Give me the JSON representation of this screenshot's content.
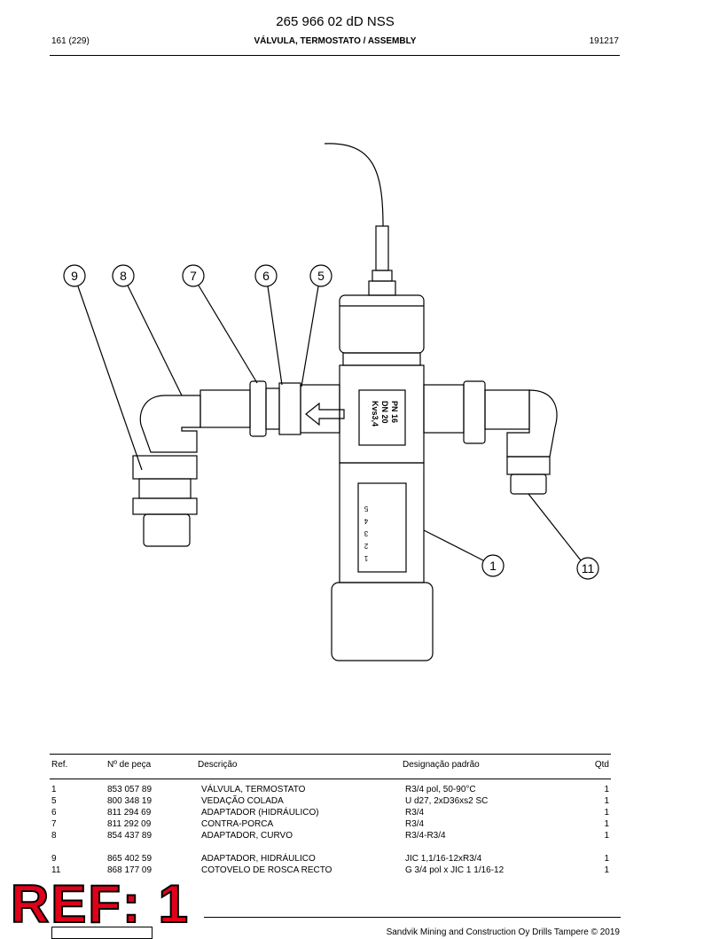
{
  "header": {
    "doc_number": "265 966 02 dD NSS",
    "page": "161 (229)",
    "title": "VÁLVULA, TERMOSTATO / ASSEMBLY",
    "date_code": "191217"
  },
  "drawing": {
    "valve_marking": [
      "PN 16",
      "DN 20",
      "Kvs3,4"
    ],
    "scale_marks": [
      "5",
      "4",
      "3",
      "2",
      "1"
    ],
    "callouts": [
      {
        "id": "9",
        "label": "9"
      },
      {
        "id": "8",
        "label": "8"
      },
      {
        "id": "7",
        "label": "7"
      },
      {
        "id": "6",
        "label": "6"
      },
      {
        "id": "5",
        "label": "5"
      },
      {
        "id": "1",
        "label": "1"
      },
      {
        "id": "11",
        "label": "11"
      }
    ]
  },
  "parts_table": {
    "headers": {
      "ref": "Ref.",
      "part_no": "Nº de peça",
      "description": "Descrição",
      "standard": "Designação padrão",
      "qty": "Qtd"
    },
    "rows": [
      {
        "ref": "1",
        "part_no": "853 057 89",
        "description": "VÁLVULA, TERMOSTATO",
        "standard": "R3/4 pol, 50-90°C",
        "qty": "1"
      },
      {
        "ref": "5",
        "part_no": "800 348 19",
        "description": "VEDAÇÃO COLADA",
        "standard": "U d27, 2xD36xs2 SC",
        "qty": "1"
      },
      {
        "ref": "6",
        "part_no": "811 294 69",
        "description": "ADAPTADOR (HIDRÁULICO)",
        "standard": "R3/4",
        "qty": "1"
      },
      {
        "ref": "7",
        "part_no": "811 292 09",
        "description": "CONTRA-PORCA",
        "standard": "R3/4",
        "qty": "1"
      },
      {
        "ref": "8",
        "part_no": "854 437 89",
        "description": "ADAPTADOR, CURVO",
        "standard": "R3/4-R3/4",
        "qty": "1"
      },
      {
        "ref": "9",
        "part_no": "865 402 59",
        "description": "ADAPTADOR, HIDRÁULICO",
        "standard": "JIC 1,1/16-12xR3/4",
        "qty": "1"
      },
      {
        "ref": "11",
        "part_no": "868 177 09",
        "description": "COTOVELO DE ROSCA RECTO",
        "standard": "G 3/4 pol x JIC 1 1/16-12",
        "qty": "1"
      }
    ]
  },
  "stamp": {
    "text": "REF: 1",
    "color": "#e0001a"
  },
  "footer": {
    "copyright": "Sandvik Mining and Construction Oy Drills Tampere © 2019"
  }
}
